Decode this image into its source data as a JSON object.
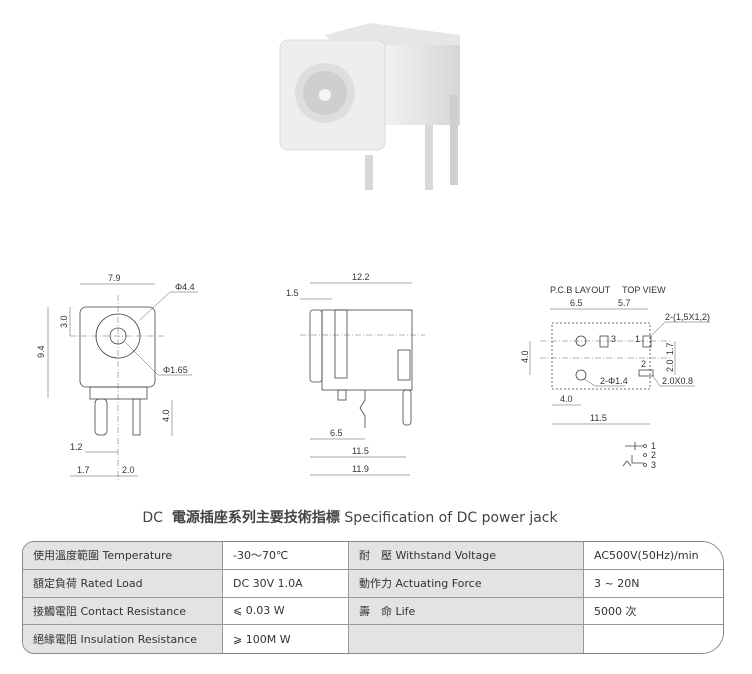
{
  "drawings": {
    "front": {
      "width": "7.9",
      "height": "9.4",
      "top_offset": "3.0",
      "outer_dia": "Φ4.4",
      "pin_dia": "Φ1.65",
      "pin_len": "4.0",
      "pin_w": "1.2",
      "pin_off": "1.7",
      "pin_pitch": "2.0"
    },
    "side": {
      "length": "12.2",
      "flange": "1.5",
      "d1": "6.5",
      "d2": "11.5",
      "d3": "11.9"
    },
    "pcb": {
      "title": "P.C.B LAYOUT",
      "view": "TOP VIEW",
      "d1": "6.5",
      "d2": "5.7",
      "slot": "2-(1,5X1,2)",
      "hole": "2-Φ1.4",
      "slot2": "2.0X0.8",
      "h": "4.0",
      "v1": "1.7",
      "v2": "2.0",
      "w1": "4.0",
      "w2": "11.5",
      "pin1": "1",
      "pin2": "2",
      "pin3": "3",
      "lbl3": "3",
      "lbl1": "1",
      "lbl2": "2"
    }
  },
  "title": {
    "prefix": "DC",
    "cn": "電源插座系列主要技術指標",
    "en": "Specification of DC power jack"
  },
  "spec": [
    [
      "使用溫度範圍 Temperature",
      "-30～70℃",
      "耐　壓 Withstand Voltage",
      "AC500V(50Hz)/min"
    ],
    [
      "額定負荷  Rated Load",
      "DC  30V  1.0A",
      "動作力 Actuating Force",
      "3 ~ 20N"
    ],
    [
      "接觸電阻  Contact Resistance",
      "⩽ 0.03 W",
      "壽　命 Life",
      "5000 次"
    ],
    [
      "絕緣電阻  Insulation Resistance",
      "⩾ 100M W",
      "",
      ""
    ]
  ]
}
